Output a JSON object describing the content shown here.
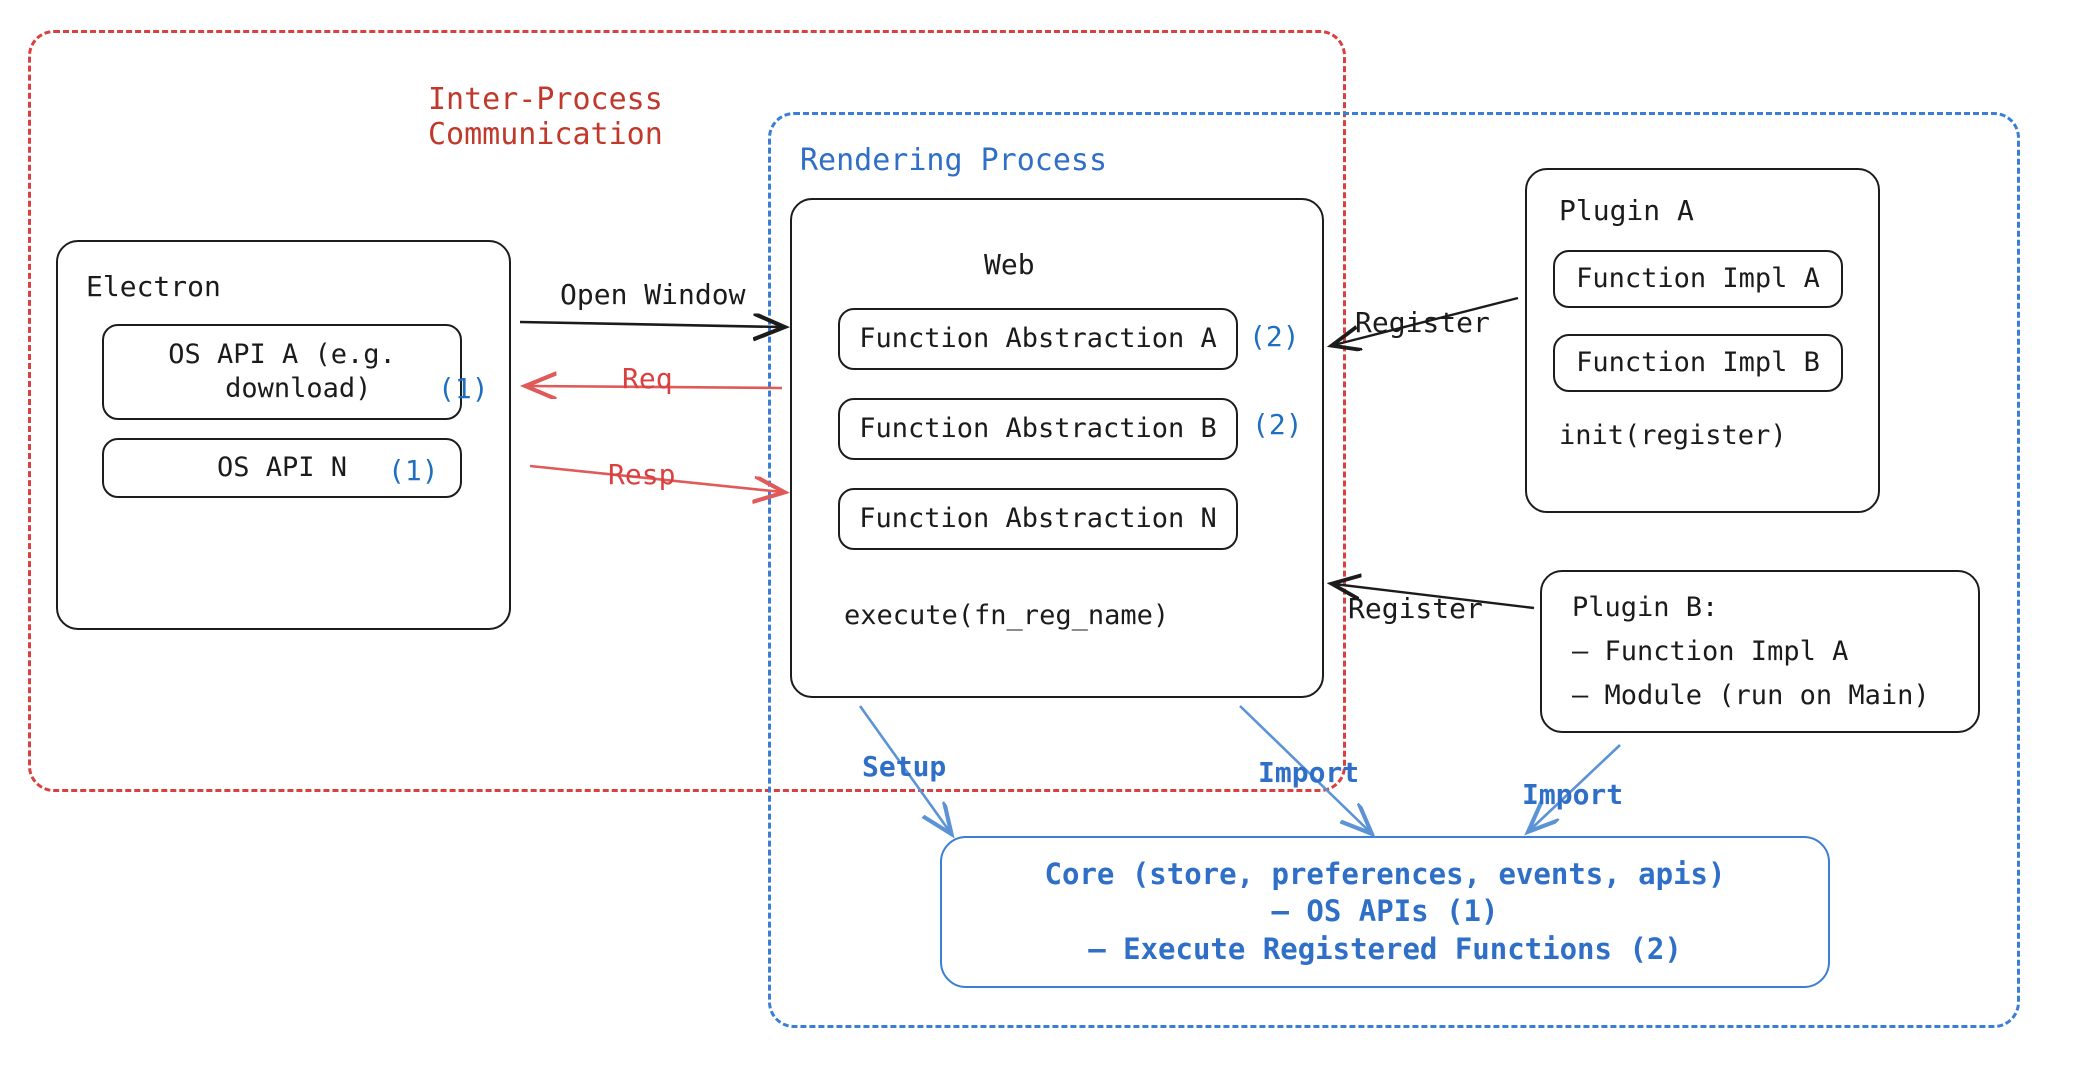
{
  "regions": {
    "ipc": {
      "title": "Inter-Process\nCommunication",
      "color": "#c0392b"
    },
    "rendering": {
      "title": "Rendering Process",
      "color": "#2f6fc7"
    }
  },
  "electron": {
    "title": "Electron",
    "apis": [
      {
        "label": "OS API A (e.g.\n  download)",
        "marker": "(1)"
      },
      {
        "label": "OS API N",
        "marker": "(1)"
      }
    ]
  },
  "web": {
    "title": "Web",
    "abstractions": [
      {
        "label": "Function Abstraction A",
        "marker": "(2)"
      },
      {
        "label": "Function Abstraction B",
        "marker": "(2)"
      },
      {
        "label": "Function Abstraction N",
        "marker": ""
      }
    ],
    "footer": "execute(fn_reg_name)"
  },
  "plugin_a": {
    "title": "Plugin A",
    "impls": [
      "Function Impl A",
      "Function Impl B"
    ],
    "footer": "init(register)"
  },
  "plugin_b": {
    "title": "Plugin B:",
    "lines": [
      "– Function Impl A",
      "– Module (run on Main)"
    ]
  },
  "core": {
    "lines": [
      "Core (store, preferences, events, apis)",
      "– OS APIs (1)",
      "– Execute Registered Functions (2)"
    ],
    "color": "#2f6fc7"
  },
  "edges": {
    "open_window": "Open Window",
    "req": "Req",
    "resp": "Resp",
    "register_top": "Register",
    "register_bottom": "Register",
    "setup": "Setup",
    "import_left": "Import",
    "import_right": "Import"
  },
  "colors": {
    "ipc_red": "#d94040",
    "render_blue": "#3a7fd5",
    "marker_blue": "#1f6fc0",
    "node_black": "#1c1c1c"
  }
}
